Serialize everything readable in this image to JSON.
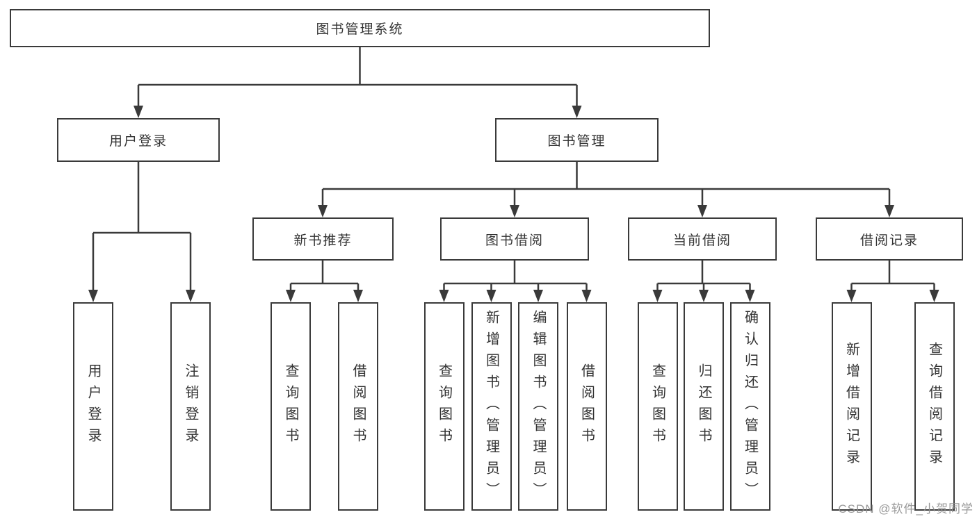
{
  "diagram": {
    "root": {
      "label": "图书管理系统"
    },
    "level2": [
      {
        "label": "用户登录"
      },
      {
        "label": "图书管理"
      }
    ],
    "level3": [
      {
        "label": "新书推荐"
      },
      {
        "label": "图书借阅"
      },
      {
        "label": "当前借阅"
      },
      {
        "label": "借阅记录"
      }
    ],
    "leaves": {
      "user_login": [
        {
          "label": "用户登录"
        },
        {
          "label": "注销登录"
        }
      ],
      "new_book": [
        {
          "label": "查询图书"
        },
        {
          "label": "借阅图书"
        }
      ],
      "book_borrowing": [
        {
          "label": "查询图书"
        },
        {
          "label": "新增图书（管理员）"
        },
        {
          "label": "编辑图书（管理员）"
        },
        {
          "label": "借阅图书"
        }
      ],
      "current_borrowing": [
        {
          "label": "查询图书"
        },
        {
          "label": "归还图书"
        },
        {
          "label": "确认归还（管理员）"
        }
      ],
      "borrowing_records": [
        {
          "label": "新增借阅记录"
        },
        {
          "label": "查询借阅记录"
        }
      ]
    },
    "line_color": "#3a3a3a"
  },
  "watermark": {
    "text": "CSDN @软件_小贺同学"
  }
}
